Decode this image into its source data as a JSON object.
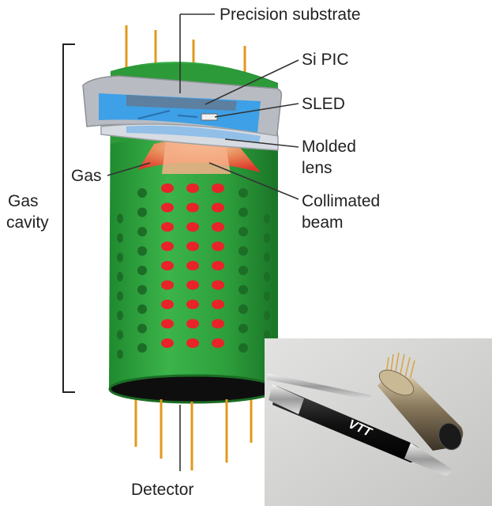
{
  "labels": {
    "precision_substrate": "Precision substrate",
    "si_pic": "Si PIC",
    "sled": "SLED",
    "molded_lens_line1": "Molded",
    "molded_lens_line2": "lens",
    "gas": "Gas",
    "collimated_beam_line1": "Collimated",
    "collimated_beam_line2": "beam",
    "gas_cavity_line1": "Gas",
    "gas_cavity_line2": "cavity",
    "detector": "Detector"
  },
  "photo": {
    "pen_logo": "VTT"
  },
  "colors": {
    "tube_green": "#33a63f",
    "tube_dark_green": "#1f7a2a",
    "hole_green": "#1c6e27",
    "beam_red": "#e8232a",
    "pin_orange": "#e09a1a",
    "substrate_gray": "#b8bcc2",
    "pic_blue": "#3ea0e6",
    "label_text": "#222222",
    "leader_line": "#333333"
  }
}
